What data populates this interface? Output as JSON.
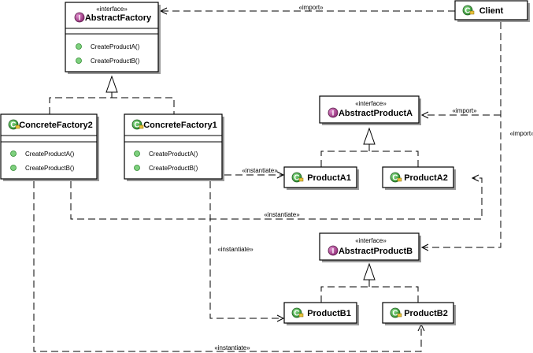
{
  "colors": {
    "class_badge": "#3aa33a",
    "interface_badge": "#b0408f",
    "method_dot": "#7ed07e"
  },
  "classes": {
    "abstract_factory": {
      "stereotype": "«interface»",
      "name": "AbstractFactory",
      "kind": "interface",
      "methods": [
        "CreateProductA()",
        "CreateProductB()"
      ]
    },
    "client": {
      "name": "Client",
      "kind": "class"
    },
    "concrete_factory2": {
      "name": "ConcreteFactory2",
      "kind": "class",
      "methods": [
        "CreateProductA()",
        "CreateProductB()"
      ]
    },
    "concrete_factory1": {
      "name": "ConcreteFactory1",
      "kind": "class",
      "methods": [
        "CreateProductA()",
        "CreateProductB()"
      ]
    },
    "abstract_product_a": {
      "stereotype": "«interface»",
      "name": "AbstractProductA",
      "kind": "interface"
    },
    "product_a1": {
      "name": "ProductA1",
      "kind": "class"
    },
    "product_a2": {
      "name": "ProductA2",
      "kind": "class"
    },
    "abstract_product_b": {
      "stereotype": "«interface»",
      "name": "AbstractProductB",
      "kind": "interface"
    },
    "product_b1": {
      "name": "ProductB1",
      "kind": "class"
    },
    "product_b2": {
      "name": "ProductB2",
      "kind": "class"
    }
  },
  "connectors": {
    "client_to_factory": "«import»",
    "client_to_product_a": "«import»",
    "client_to_product_b": "«import»",
    "cf1_to_a1": "«instantiate»",
    "cf2_to_a2": "«instantiate»",
    "cf1_to_b1": "«instantiate»",
    "cf2_to_b2": "«instantiate»"
  }
}
